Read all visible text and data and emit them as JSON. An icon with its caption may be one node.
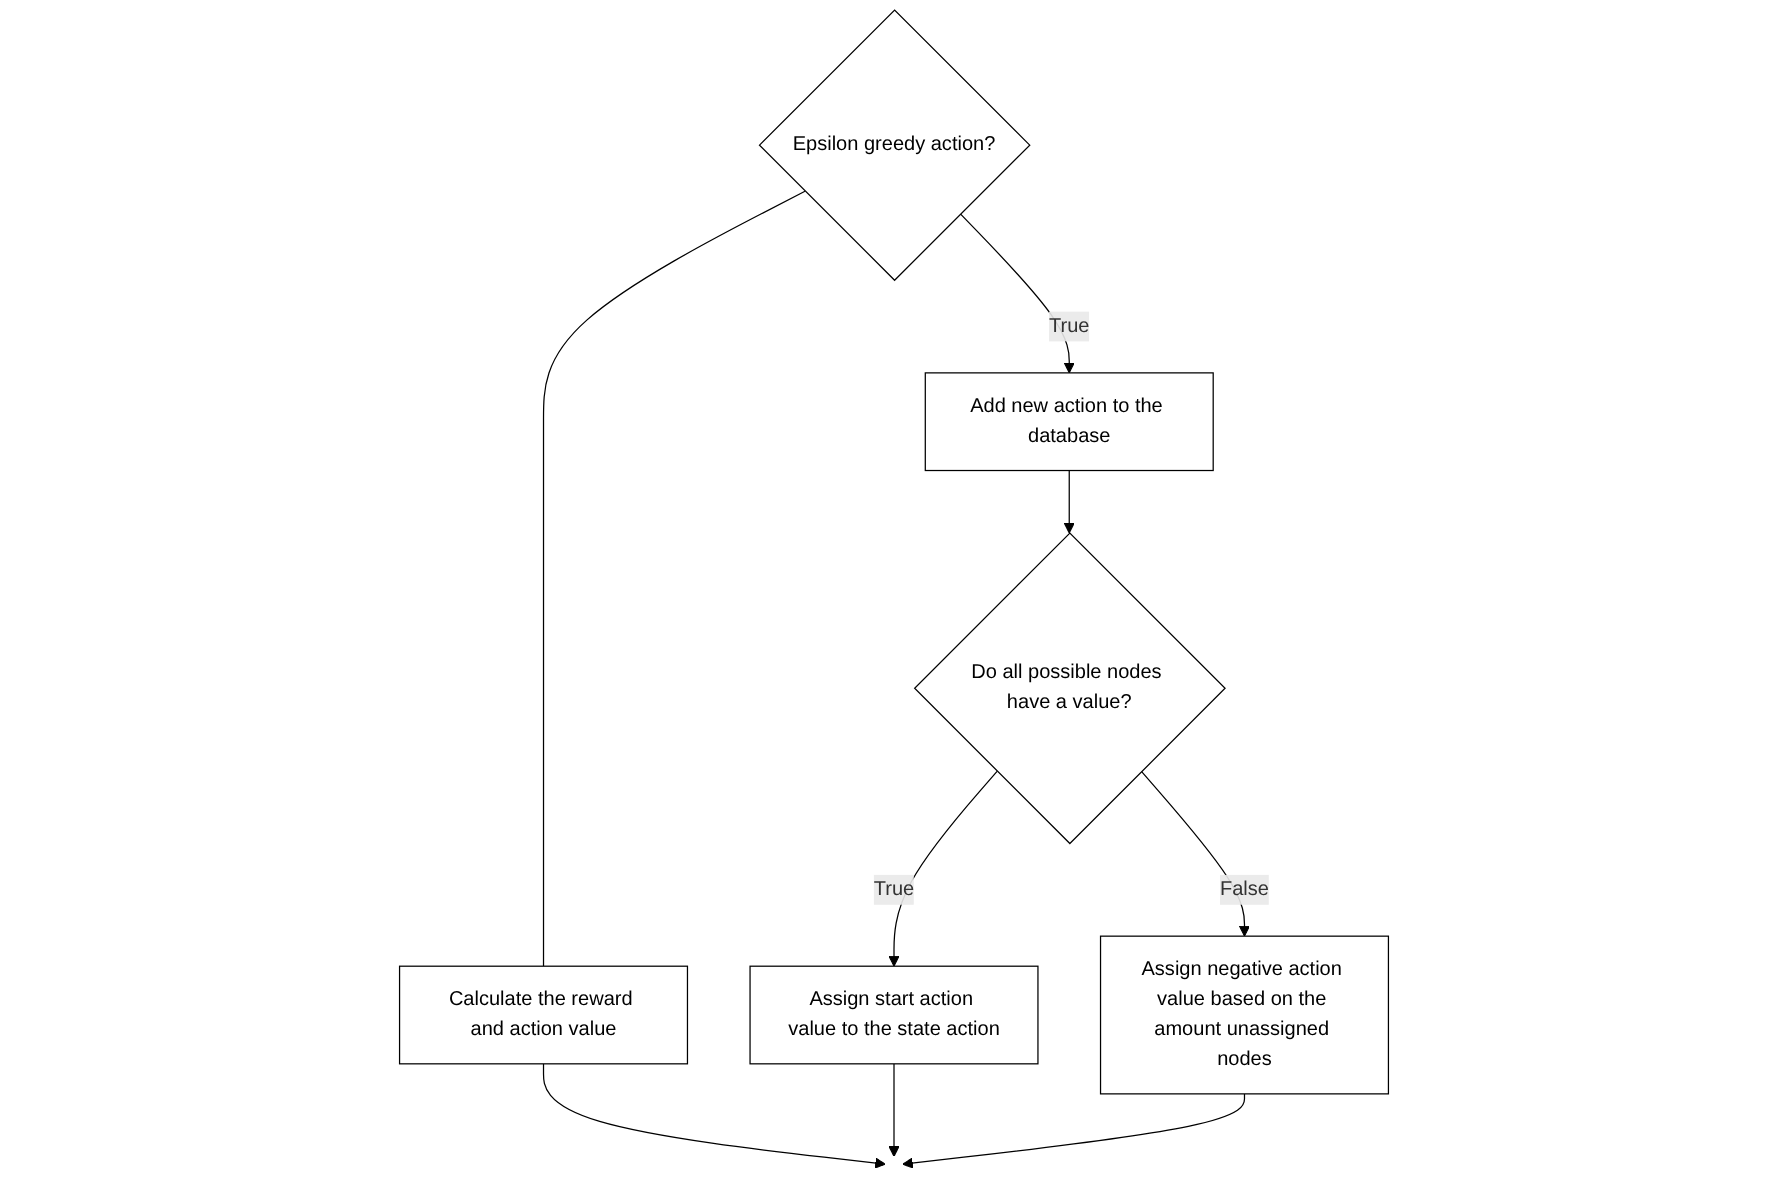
{
  "diagram": {
    "nodes": [
      {
        "text": [
          "Epsilon greedy action?"
        ]
      },
      {
        "text": [
          "Add new action to the database"
        ]
      },
      {
        "text": [
          "Calculate the reward and action value"
        ]
      },
      {
        "text": [
          "Assign start action value to the state action"
        ]
      },
      {
        "text": [
          "Do all possible nodes have a value?"
        ]
      },
      {
        "text": [
          "Assign negative action value based on the amount unassigned nodes"
        ]
      }
    ],
    "edges": [
      {
        "from": 0,
        "to": 1,
        "arrow": "to",
        "label": "True"
      },
      {
        "from": 0,
        "to": 2,
        "arrow": "none"
      },
      {
        "from": 1,
        "to": 4,
        "arrow": "to"
      },
      {
        "from": 4,
        "to": 3,
        "arrow": "to",
        "label": "True"
      },
      {
        "from": 4,
        "to": 5,
        "arrow": "to",
        "label": "False"
      },
      {
        "from": 2,
        "to": null,
        "arrow": "to"
      },
      {
        "from": 3,
        "to": null,
        "arrow": "to"
      },
      {
        "from": 5,
        "to": null,
        "arrow": "to"
      }
    ]
  }
}
